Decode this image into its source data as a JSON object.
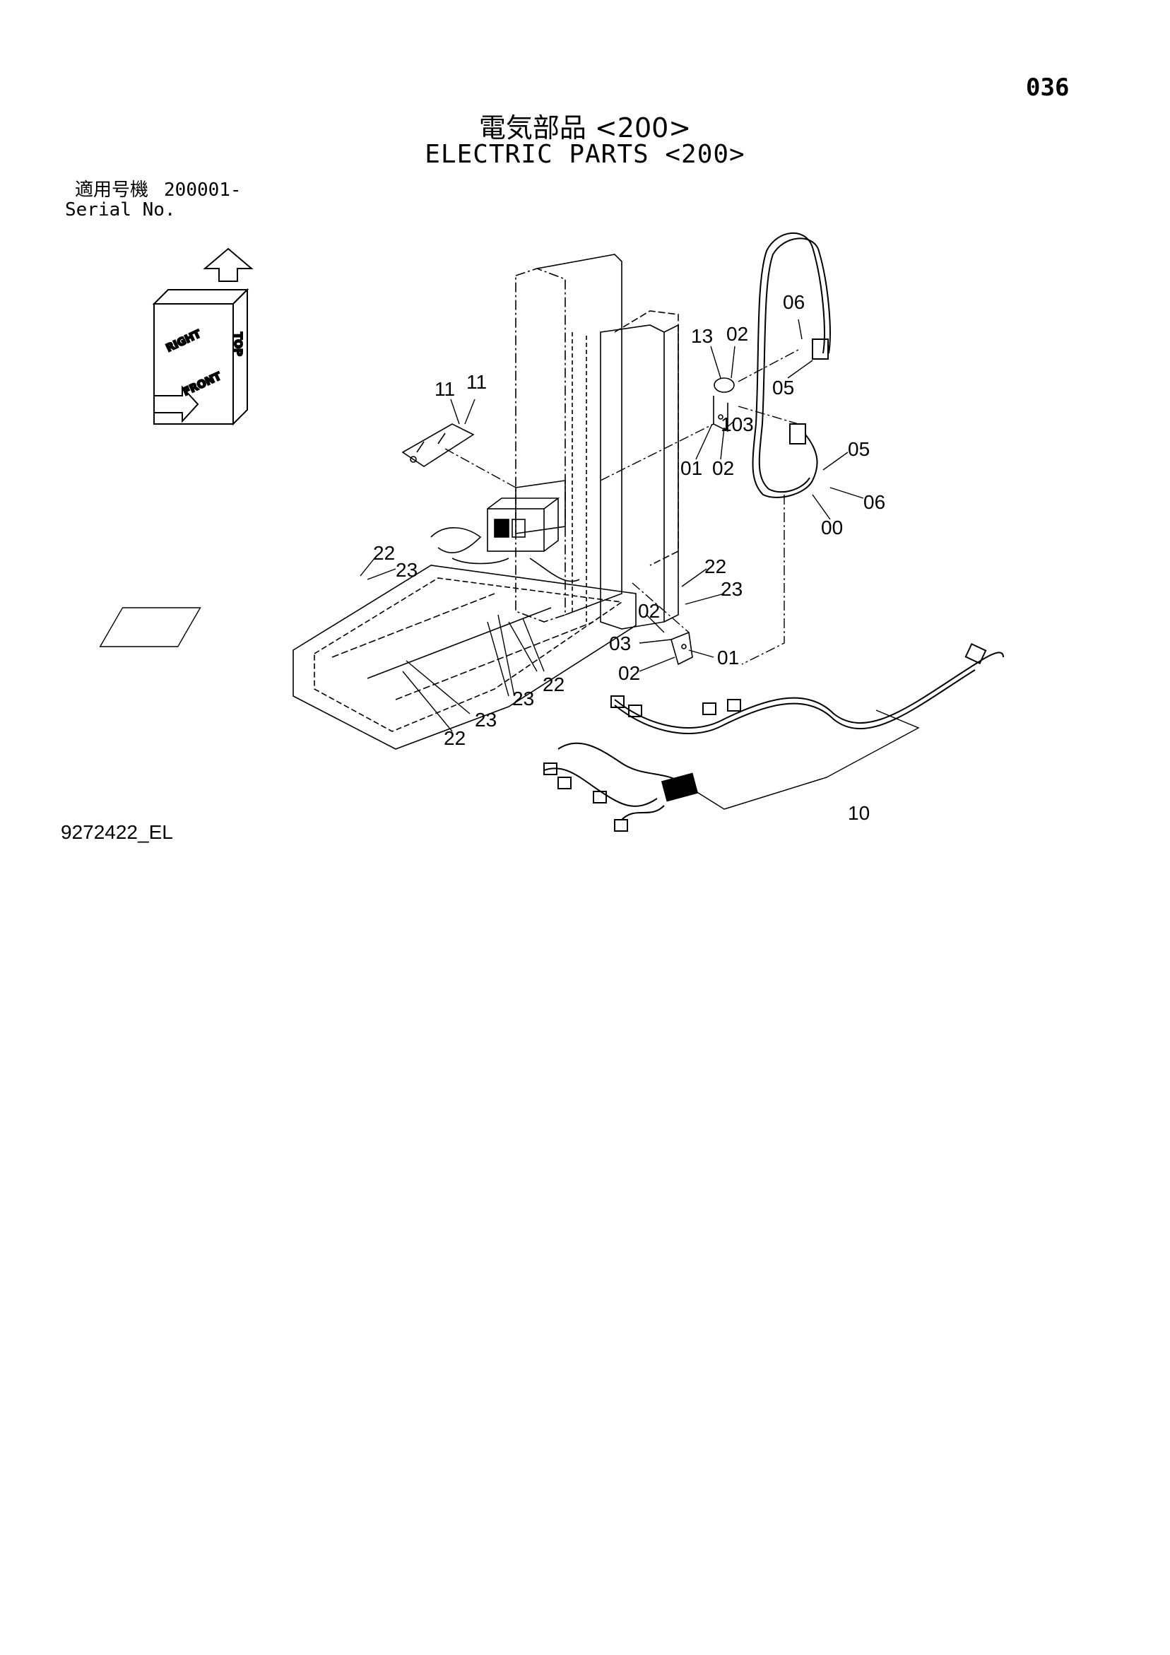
{
  "page_number": "036",
  "title_jp": "電気部品 <200>",
  "title_en": "ELECTRIC PARTS <200>",
  "serial": {
    "label_jp": "適用号機",
    "value": "200001-",
    "label_en": "Serial No."
  },
  "orientation": {
    "top_label": "TOP",
    "right_label": "RIGHT",
    "front_label": "FRONT"
  },
  "callouts": {
    "c_06_top": "06",
    "c_13": "13",
    "c_02_top": "02",
    "c_05_top": "05",
    "c_11a": "11",
    "c_11b": "11",
    "c_103": "103",
    "c_01_mid": "01",
    "c_02_mid": "02",
    "c_05_right": "05",
    "c_06_right": "06",
    "c_00": "00",
    "c_22_left": "22",
    "c_23_left": "23",
    "c_22_right": "22",
    "c_23_right": "23",
    "c_02_low": "02",
    "c_03_low": "03",
    "c_01_low": "01",
    "c_02_low2": "02",
    "c_22_center": "22",
    "c_23_center": "23",
    "c_23_center2": "23",
    "c_22_bottom": "22",
    "c_10": "10"
  },
  "drawing_code": "9272422_EL"
}
